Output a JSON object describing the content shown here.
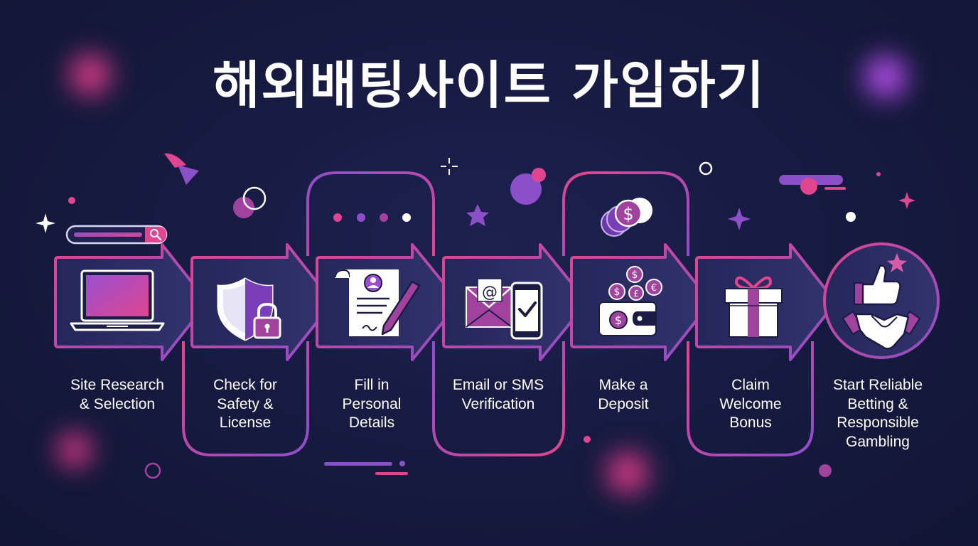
{
  "title": "해외배팅사이트 가입하기",
  "colors": {
    "background": "#161a3f",
    "accent_pink": "#e0458f",
    "accent_purple": "#8b4fc8",
    "arrow_fill": "#2a2c63"
  },
  "steps": [
    {
      "icon": "laptop-icon",
      "lines": [
        "Site Research",
        "& Selection"
      ]
    },
    {
      "icon": "shield-lock-icon",
      "lines": [
        "Check for",
        "Safety &",
        "License"
      ]
    },
    {
      "icon": "document-pen-icon",
      "lines": [
        "Fill in",
        "Personal",
        "Details"
      ]
    },
    {
      "icon": "email-phone-icon",
      "lines": [
        "Email or SMS",
        "Verification"
      ]
    },
    {
      "icon": "wallet-coins-icon",
      "lines": [
        "Make a",
        "Deposit"
      ]
    },
    {
      "icon": "gift-icon",
      "lines": [
        "Claim",
        "Welcome",
        "Bonus"
      ]
    },
    {
      "icon": "handshake-thumbs-up-icon",
      "lines": [
        "Start Reliable",
        "Betting &",
        "Responsible",
        "Gambling"
      ]
    }
  ]
}
